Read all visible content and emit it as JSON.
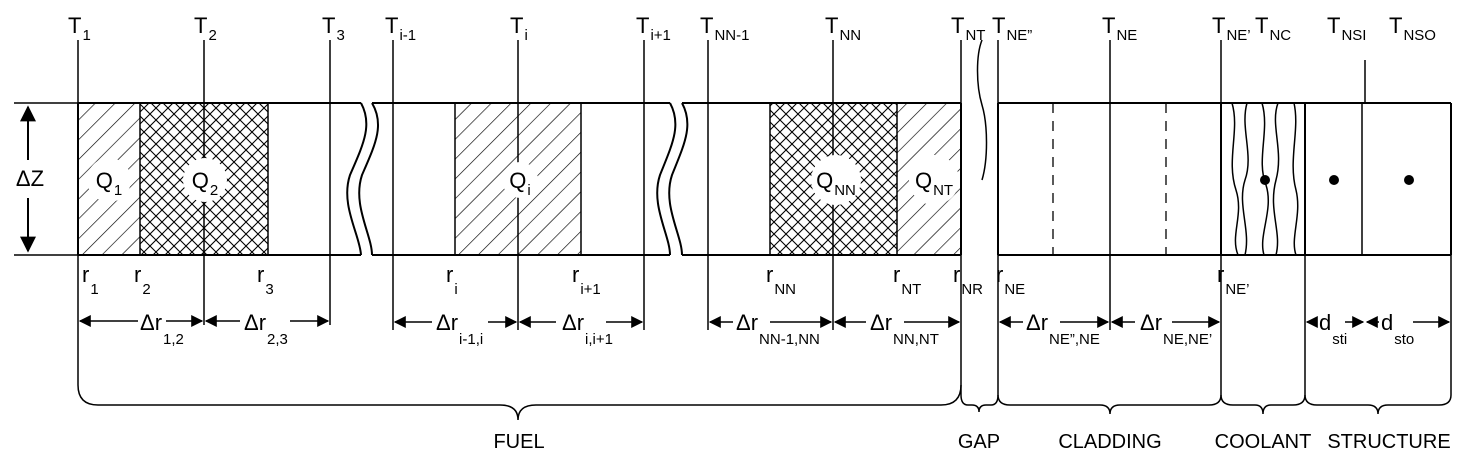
{
  "top_labels": [
    {
      "main": "T",
      "sub": "1"
    },
    {
      "main": "T",
      "sub": "2"
    },
    {
      "main": "T",
      "sub": "3"
    },
    {
      "main": "T",
      "sub": "i-1"
    },
    {
      "main": "T",
      "sub": "i"
    },
    {
      "main": "T",
      "sub": "i+1"
    },
    {
      "main": "T",
      "sub": "NN-1"
    },
    {
      "main": "T",
      "sub": "NN"
    },
    {
      "main": "T",
      "sub": "NT"
    },
    {
      "main": "T",
      "sub": "NE”"
    },
    {
      "main": "T",
      "sub": "NE"
    },
    {
      "main": "T",
      "sub": "NE’"
    },
    {
      "main": "T",
      "sub": "NC"
    },
    {
      "main": "T",
      "sub": "NSI"
    },
    {
      "main": "T",
      "sub": "NSO"
    }
  ],
  "heat_labels": [
    {
      "main": "Q",
      "sub": "1"
    },
    {
      "main": "Q",
      "sub": "2"
    },
    {
      "main": "Q",
      "sub": "i"
    },
    {
      "main": "Q",
      "sub": "NN"
    },
    {
      "main": "Q",
      "sub": "NT"
    }
  ],
  "height_label": "ΔZ",
  "radius_labels": [
    {
      "main": "r",
      "sub": "1"
    },
    {
      "main": "r",
      "sub": "2"
    },
    {
      "main": "r",
      "sub": "3"
    },
    {
      "main": "r",
      "sub": "i"
    },
    {
      "main": "r",
      "sub": "i+1"
    },
    {
      "main": "r",
      "sub": "NN"
    },
    {
      "main": "r",
      "sub": "NT"
    },
    {
      "main": "r",
      "sub": "NR"
    },
    {
      "main": "r",
      "sub": "NE"
    },
    {
      "main": "r",
      "sub": "NE’"
    }
  ],
  "spacing_labels": [
    {
      "main": "Δr",
      "sub": "1,2"
    },
    {
      "main": "Δr",
      "sub": "2,3"
    },
    {
      "main": "Δr",
      "sub": "i-1,i"
    },
    {
      "main": "Δr",
      "sub": "i,i+1"
    },
    {
      "main": "Δr",
      "sub": "NN-1,NN"
    },
    {
      "main": "Δr",
      "sub": "NN,NT"
    },
    {
      "main": "Δr",
      "sub": "NE”,NE"
    },
    {
      "main": "Δr",
      "sub": "NE,NE’"
    },
    {
      "main": "d",
      "sub": "sti"
    },
    {
      "main": "d",
      "sub": "sto"
    }
  ],
  "regions": [
    "FUEL",
    "GAP",
    "CLADDING",
    "COOLANT",
    "STRUCTURE"
  ]
}
